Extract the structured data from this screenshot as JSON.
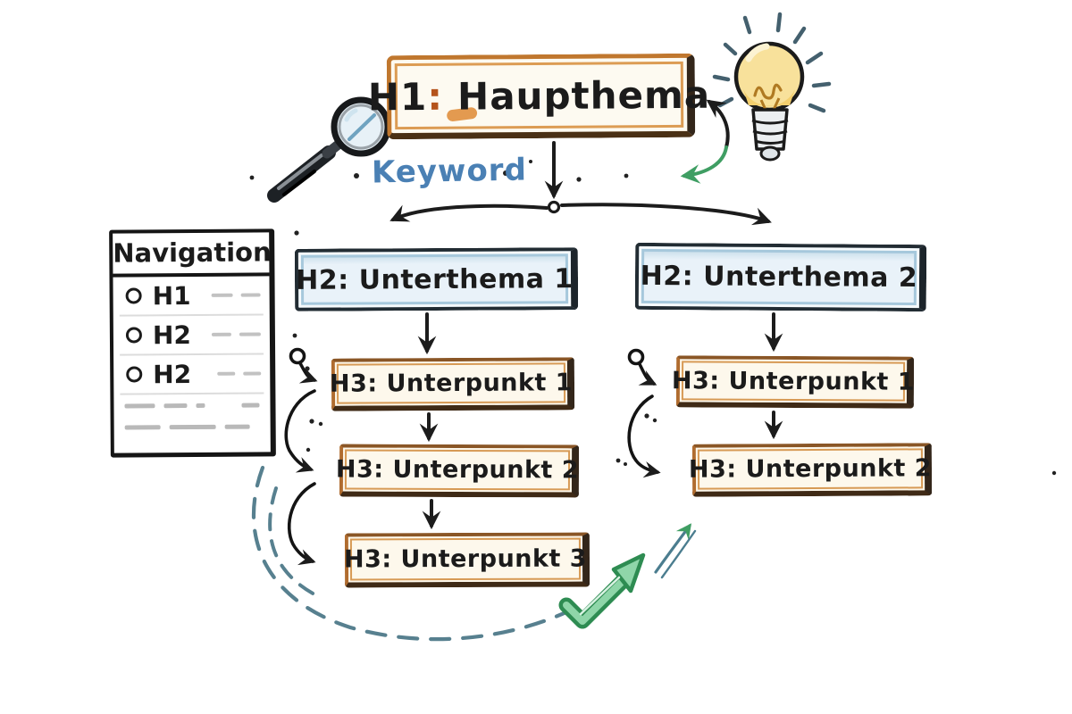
{
  "h1_box": {
    "tag": "H1",
    "colon": ":",
    "label": "Haupthema"
  },
  "keyword": {
    "label": "Keyword"
  },
  "navigation": {
    "title": "Navigation",
    "items": [
      "H1",
      "H2",
      "H2"
    ]
  },
  "h2_boxes": [
    {
      "label": "H2: Unterthema 1"
    },
    {
      "label": "H2: Unterthema 2"
    }
  ],
  "h3_left": [
    {
      "label": "H3: Unterpunkt 1"
    },
    {
      "label": "H3: Unterpunkt 2"
    },
    {
      "label": "H3: Unterpunkt 3"
    }
  ],
  "h3_right": [
    {
      "label": "H3: Unterpunkt 1"
    },
    {
      "label": "H3: Unterpunkt 2"
    }
  ],
  "icons": [
    "magnifier-icon",
    "lightbulb-icon",
    "feedback-s-arrow",
    "branch-node",
    "internal-link-connector-left",
    "internal-link-connector-right",
    "dashed-flow-curve",
    "growth-arrow",
    "thin-green-arrow"
  ],
  "colors": {
    "h1_border": "#c0772e",
    "h2_fill": "#e9f2f9",
    "h2_inner_line": "#a6c8dc",
    "h3_fill": "#fdf8ec",
    "h3_border": "#b06c2f",
    "keyword_blue": "#4a80b4",
    "ink_black": "#1c1c1c",
    "green": "#3f9e63",
    "teal_dash": "#57808f",
    "bulb_yellow": "#f8e19b"
  }
}
